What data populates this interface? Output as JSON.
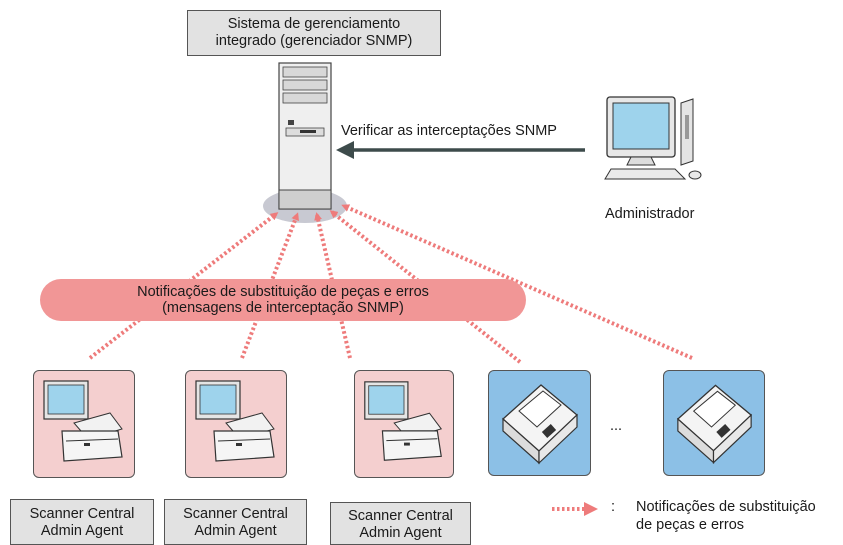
{
  "manager": {
    "label_line1": "Sistema de gerenciamento",
    "label_line2": "integrado (gerenciador SNMP)"
  },
  "check_label": "Verificar as interceptações SNMP",
  "admin_label": "Administrador",
  "notification_bubble": {
    "line1": "Notificações de substituição de peças e erros",
    "line2": "(mensagens de interceptação SNMP)"
  },
  "agents": [
    {
      "line1": "Scanner Central",
      "line2": "Admin Agent"
    },
    {
      "line1": "Scanner Central",
      "line2": "Admin Agent"
    },
    {
      "line1": "Scanner Central",
      "line2": "Admin Agent"
    }
  ],
  "ellipsis": "...",
  "legend": {
    "colon": ":",
    "line1": "Notificações de substituição",
    "line2": "de peças e erros"
  },
  "colors": {
    "dotted_arrow": "#ee7b7b",
    "notification_bubble": "#f19696",
    "agent_box": "#f4cfcf",
    "scanner_box": "#8cc0e6",
    "label_box": "#e2e2e2",
    "check_arrow": "#3d4b4b"
  }
}
